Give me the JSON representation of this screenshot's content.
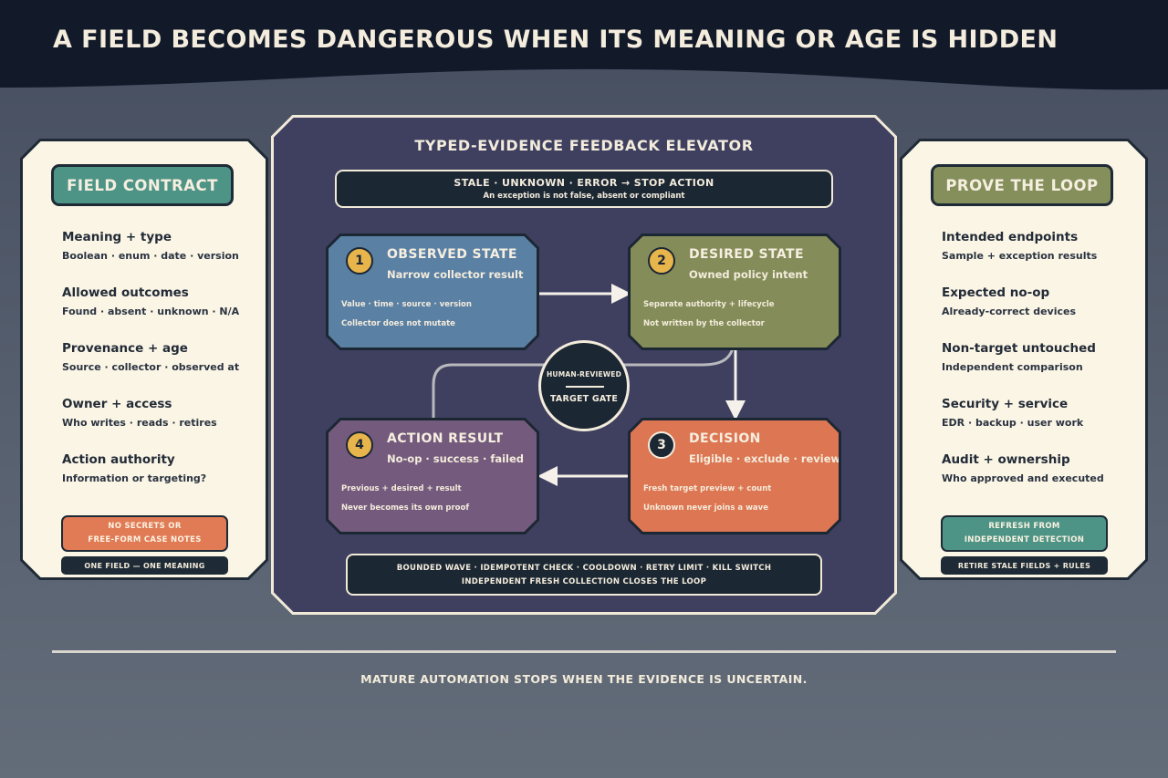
{
  "page": {
    "title": "A FIELD BECOMES DANGEROUS WHEN ITS MEANING OR AGE IS HIDDEN",
    "footer": "MATURE AUTOMATION STOPS WHEN THE EVIDENCE IS UNCERTAIN."
  },
  "left_panel": {
    "title": "FIELD CONTRACT",
    "items": [
      {
        "head": "Meaning + type",
        "sub": "Boolean · enum · date · version"
      },
      {
        "head": "Allowed outcomes",
        "sub": "Found · absent · unknown · N/A"
      },
      {
        "head": "Provenance + age",
        "sub": "Source · collector · observed at"
      },
      {
        "head": "Owner + access",
        "sub": "Who writes · reads · retires"
      },
      {
        "head": "Action authority",
        "sub": "Information or targeting?"
      }
    ],
    "note_lines": [
      "NO SECRETS OR",
      "FREE-FORM CASE NOTES"
    ],
    "footer": "ONE FIELD — ONE MEANING"
  },
  "right_panel": {
    "title": "PROVE THE LOOP",
    "items": [
      {
        "head": "Intended endpoints",
        "sub": "Sample + exception results"
      },
      {
        "head": "Expected no-op",
        "sub": "Already-correct devices"
      },
      {
        "head": "Non-target untouched",
        "sub": "Independent comparison"
      },
      {
        "head": "Security + service",
        "sub": "EDR · backup · user work"
      },
      {
        "head": "Audit + ownership",
        "sub": "Who approved and executed"
      }
    ],
    "note_lines": [
      "REFRESH FROM",
      "INDEPENDENT DETECTION"
    ],
    "footer": "RETIRE STALE FIELDS + RULES"
  },
  "center": {
    "title": "TYPED-EVIDENCE FEEDBACK ELEVATOR",
    "rule": {
      "main": "STALE · UNKNOWN · ERROR → STOP ACTION",
      "sub": "An exception is not false, absent or compliant"
    },
    "boxes": [
      {
        "num": "1",
        "title": "OBSERVED STATE",
        "subtitle": "Narrow collector result",
        "lines": [
          "Value · time · source · version",
          "Collector does not mutate"
        ]
      },
      {
        "num": "2",
        "title": "DESIRED STATE",
        "subtitle": "Owned policy intent",
        "lines": [
          "Separate authority + lifecycle",
          "Not written by the collector"
        ]
      },
      {
        "num": "3",
        "title": "DECISION",
        "subtitle": "Eligible · exclude · review",
        "lines": [
          "Fresh target preview + count",
          "Unknown never joins a wave"
        ]
      },
      {
        "num": "4",
        "title": "ACTION RESULT",
        "subtitle": "No-op · success · failed",
        "lines": [
          "Previous + desired + result",
          "Never becomes its own proof"
        ]
      }
    ],
    "gate": {
      "top": "HUMAN-REVIEWED",
      "bottom": "TARGET GATE"
    },
    "bottom_lines": [
      "BOUNDED WAVE · IDEMPOTENT CHECK · COOLDOWN · RETRY LIMIT · KILL SWITCH",
      "INDEPENDENT FRESH COLLECTION CLOSES THE LOOP"
    ]
  },
  "colors": {
    "header": "#121a2a",
    "panel_cream": "#fbf5e6",
    "center_bg": "#3f405f",
    "teal": "#4e9486",
    "olive": "#858f5c",
    "blue": "#5a80a4",
    "purple": "#745b7d",
    "orange": "#dd7652",
    "gold": "#e8b54c",
    "navy": "#1c2734"
  }
}
